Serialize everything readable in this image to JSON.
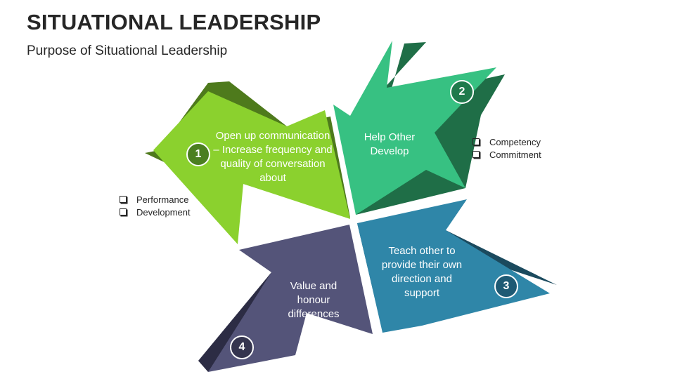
{
  "header": {
    "title": "SITUATIONAL LEADERSHIP",
    "subtitle": "Purpose of Situational Leadership"
  },
  "segments": [
    {
      "number": "1",
      "text": "Open up communication – Increase frequency and quality of conversation about",
      "color": "#8bd12e",
      "shade": "#4e7a1c",
      "badge": "#4b7f20"
    },
    {
      "number": "2",
      "text": "Help Other Develop",
      "color": "#37c182",
      "shade": "#1f6e47",
      "badge": "#1f7a4c"
    },
    {
      "number": "3",
      "text": "Teach other to provide their own direction and support",
      "color": "#2f86a8",
      "shade": "#1b4a5e",
      "badge": "#1e5a74"
    },
    {
      "number": "4",
      "text": "Value and honour differences",
      "color": "#545479",
      "shade": "#2c2c44",
      "badge": "#35354f"
    }
  ],
  "checklists": {
    "left": [
      "Performance",
      "Development"
    ],
    "right": [
      "Competency",
      "Commitment"
    ]
  }
}
